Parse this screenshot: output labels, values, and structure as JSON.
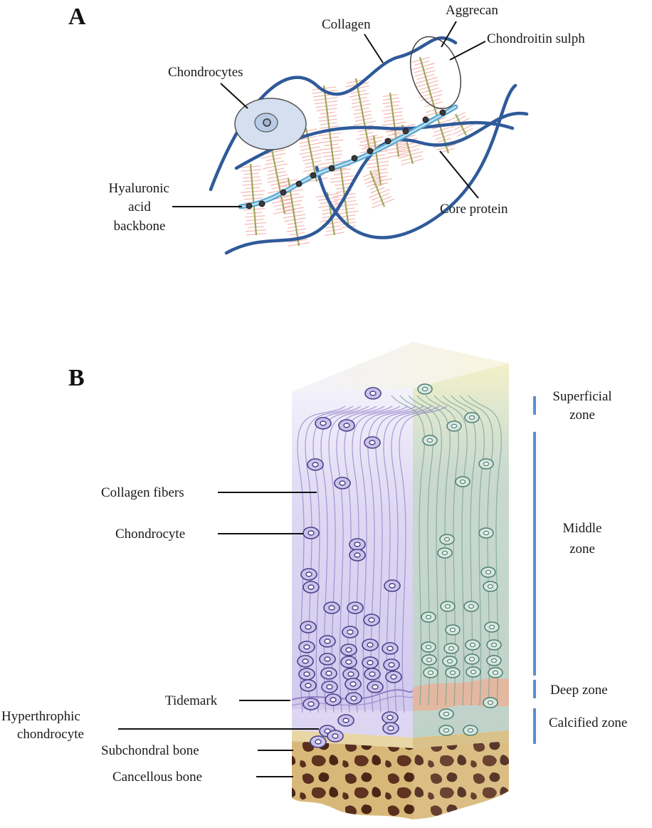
{
  "panel_a": {
    "letter": "A",
    "labels": {
      "collagen": "Collagen",
      "aggrecan": "Aggrecan",
      "chondroitin": "Chondroitin sulph",
      "chondrocytes": "Chondrocytes",
      "hyaluronic_1": "Hyaluronic",
      "hyaluronic_2": "acid",
      "hyaluronic_3": "backbone",
      "core_protein": "Core protein"
    }
  },
  "panel_b": {
    "letter": "B",
    "labels": {
      "collagen_fibers": "Collagen fibers",
      "chondrocyte": "Chondrocyte",
      "tidemark": "Tidemark",
      "hyperthrophic_1": "Hyperthrophic",
      "hyperthrophic_2": "chondrocyte",
      "subchondral": "Subchondral bone",
      "cancellous": "Cancellous bone"
    },
    "zones": {
      "superficial_1": "Superficial",
      "superficial_2": "zone",
      "middle_1": "Middle",
      "middle_2": "zone",
      "deep": "Deep zone",
      "calcified": "Calcified zone"
    }
  },
  "colors": {
    "collagen": "#2f5a9a",
    "hyaluronic": "#5aa6cf",
    "glycosaminoglycan": "#f2a9a0",
    "core_protein": "#9aa85a",
    "cartilage_front": "#dcd6f2",
    "cartilage_side": "#c8d8cf",
    "tidemark": "#e8b39a",
    "bone": "#d9b97a",
    "zone_bar": "#5b8ed6"
  }
}
